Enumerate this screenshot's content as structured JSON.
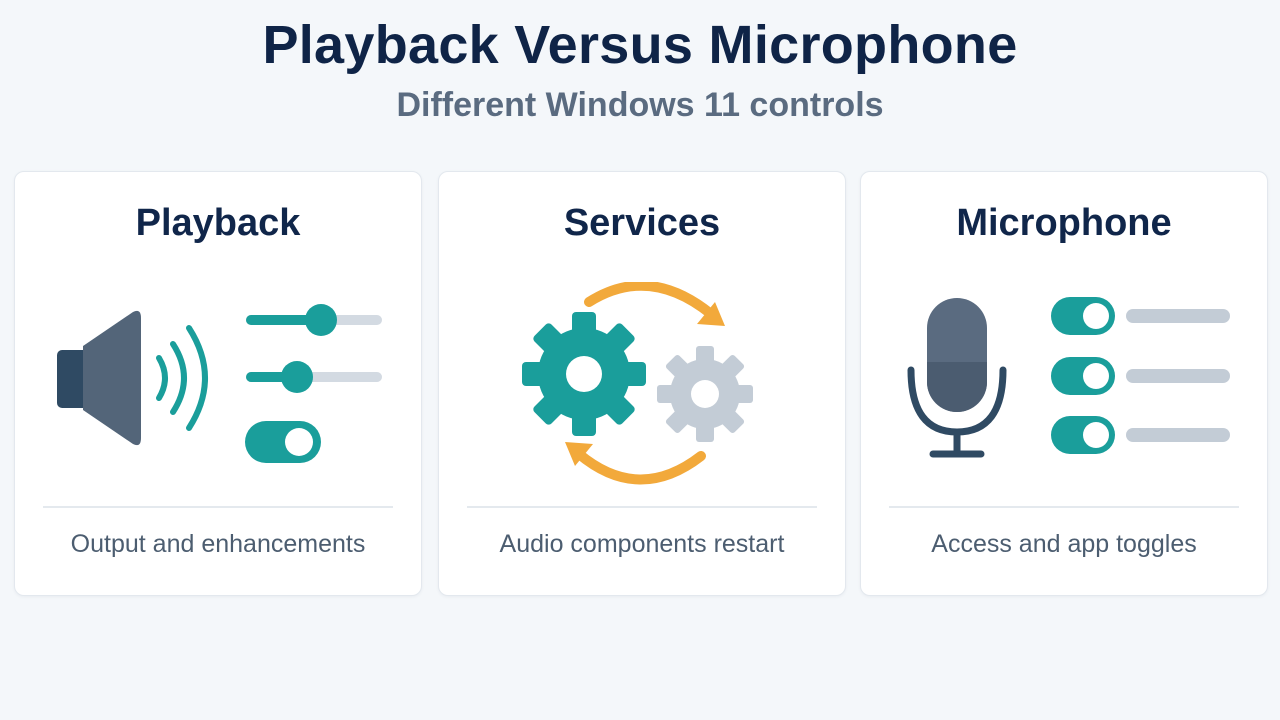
{
  "header": {
    "title": "Playback Versus Microphone",
    "subtitle": "Different Windows 11 controls"
  },
  "cards": [
    {
      "title": "Playback",
      "caption": "Output and enhancements",
      "icon": "speaker-sliders-icon"
    },
    {
      "title": "Services",
      "caption": "Audio components restart",
      "icon": "gears-restart-icon"
    },
    {
      "title": "Microphone",
      "caption": "Access and app toggles",
      "icon": "microphone-toggles-icon"
    }
  ],
  "colors": {
    "teal": "#1a9e9b",
    "navy": "#0f2447",
    "slate": "#536579",
    "orange": "#f2a93b",
    "grey": "#c3ccd6"
  }
}
